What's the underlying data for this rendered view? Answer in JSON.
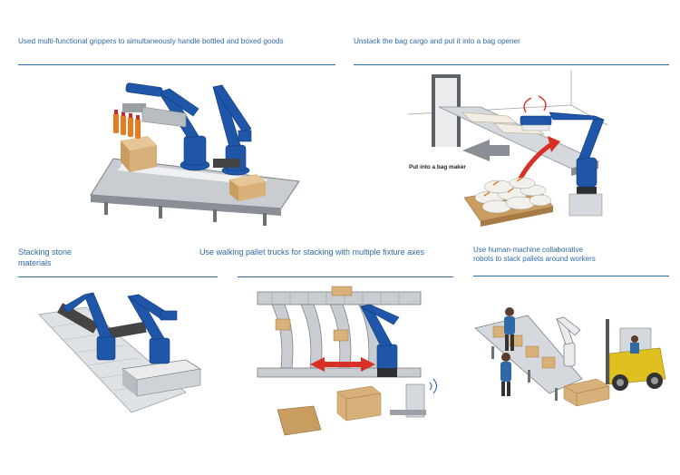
{
  "captions": {
    "top_left": "Used multi-functional grippers to simultaneously handle bottled and boxed goods",
    "top_right": "Unstack the bag cargo and put it into a bag opener",
    "stone": "Stacking stone materials",
    "walking": "Use walking pallet trucks for stacking with multiple fixture axes",
    "collab": "Use human-machine collaborative robots to stack pallets around workers"
  },
  "labels": {
    "bag_maker": "Put into a bag maker"
  },
  "colors": {
    "caption": "#2f6aa6",
    "robot": "#1f56a8",
    "conveyor": "#8a8f96",
    "box": "#d7b07a",
    "arrow_red": "#d93025"
  }
}
